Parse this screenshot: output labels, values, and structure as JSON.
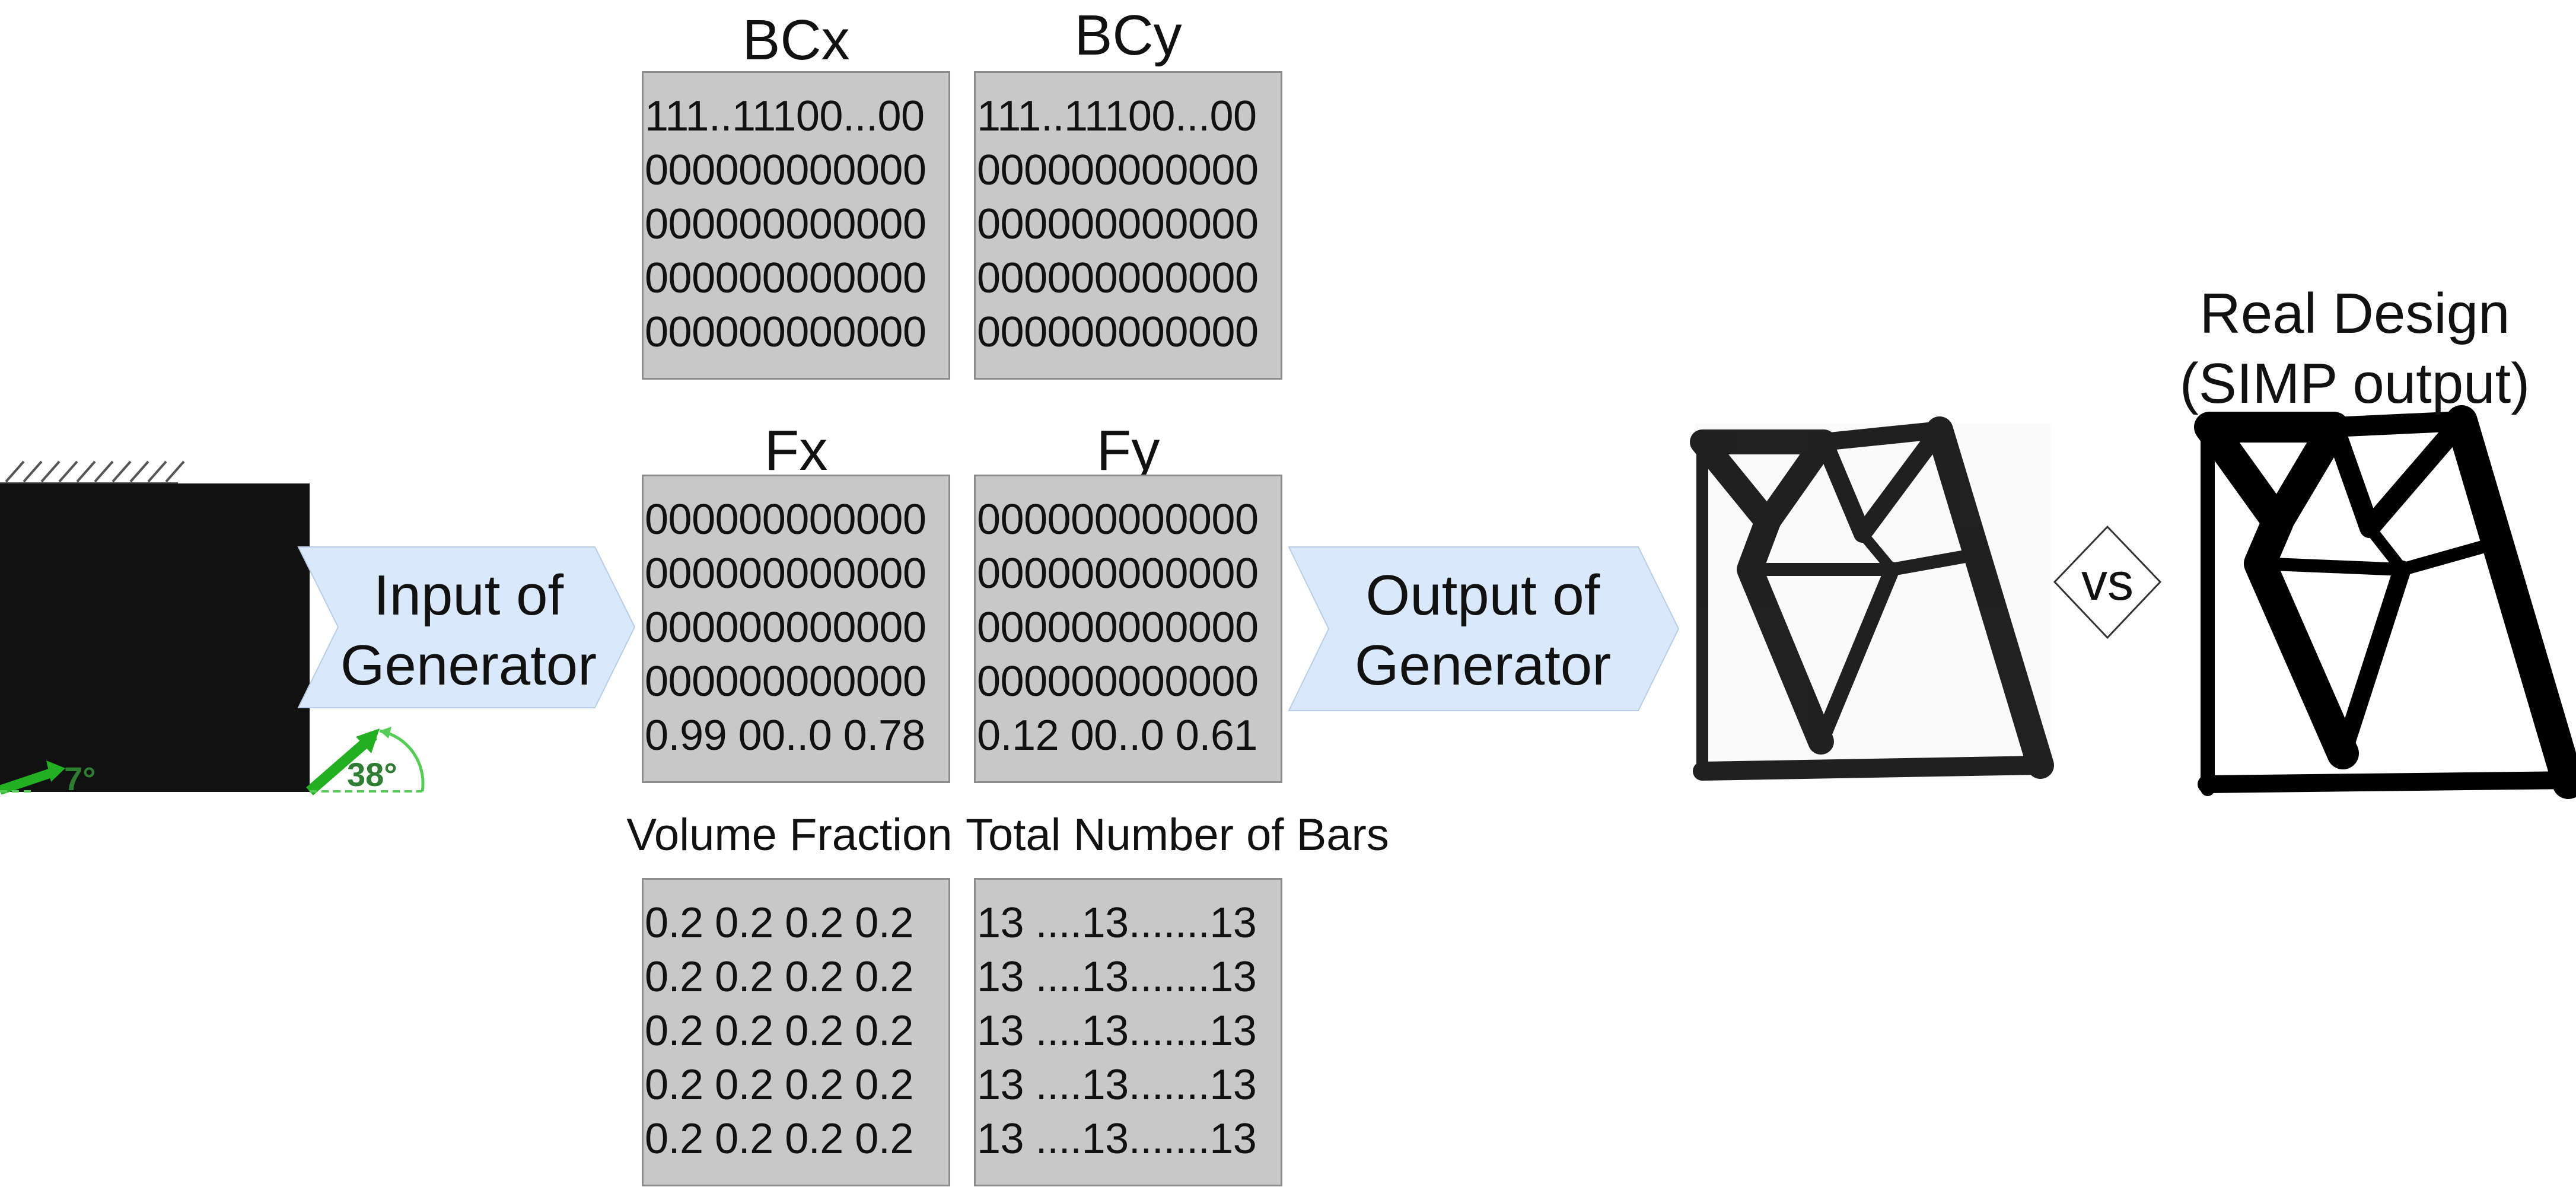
{
  "matrices": {
    "bcx": {
      "title": "BCx",
      "rows": [
        "111..11100...00",
        "000000000000",
        "000000000000",
        "000000000000",
        "000000000000"
      ]
    },
    "bcy": {
      "title": "BCy",
      "rows": [
        "111..11100...00",
        "000000000000",
        "000000000000",
        "000000000000",
        "000000000000"
      ]
    },
    "fx": {
      "title": "Fx",
      "rows": [
        "000000000000",
        "000000000000",
        "000000000000",
        "000000000000",
        "0.99 00..0 0.78"
      ]
    },
    "fy": {
      "title": "Fy",
      "rows": [
        "000000000000",
        "000000000000",
        "000000000000",
        "000000000000",
        "0.12 00..0 0.61"
      ]
    },
    "vf": {
      "title": "Volume Fraction",
      "rows": [
        "0.2 0.2 0.2 0.2",
        "0.2 0.2 0.2 0.2",
        "0.2 0.2 0.2 0.2",
        "0.2 0.2 0.2 0.2",
        "0.2 0.2 0.2 0.2"
      ]
    },
    "bars": {
      "title": "Total Number of Bars",
      "rows": [
        "13 ....13.......13",
        "13 ....13.......13",
        "13 ....13.......13",
        "13 ....13.......13",
        "13 ....13.......13"
      ]
    }
  },
  "input_arrow": {
    "line1": "Input of",
    "line2": "Generator"
  },
  "output_arrow": {
    "line1": "Output of",
    "line2": "Generator"
  },
  "vs_label": "vs",
  "real_design": {
    "line1": "Real Design",
    "line2": "(SIMP output)"
  },
  "angle_labels": {
    "left": "7°",
    "right": "38°"
  },
  "colors": {
    "matrix_fill": "#c8c8c8",
    "arrow_fill": "#dae8fc",
    "structure": "#111111",
    "force_arrow": "#22b022",
    "angle_label": "#2e7d32"
  }
}
